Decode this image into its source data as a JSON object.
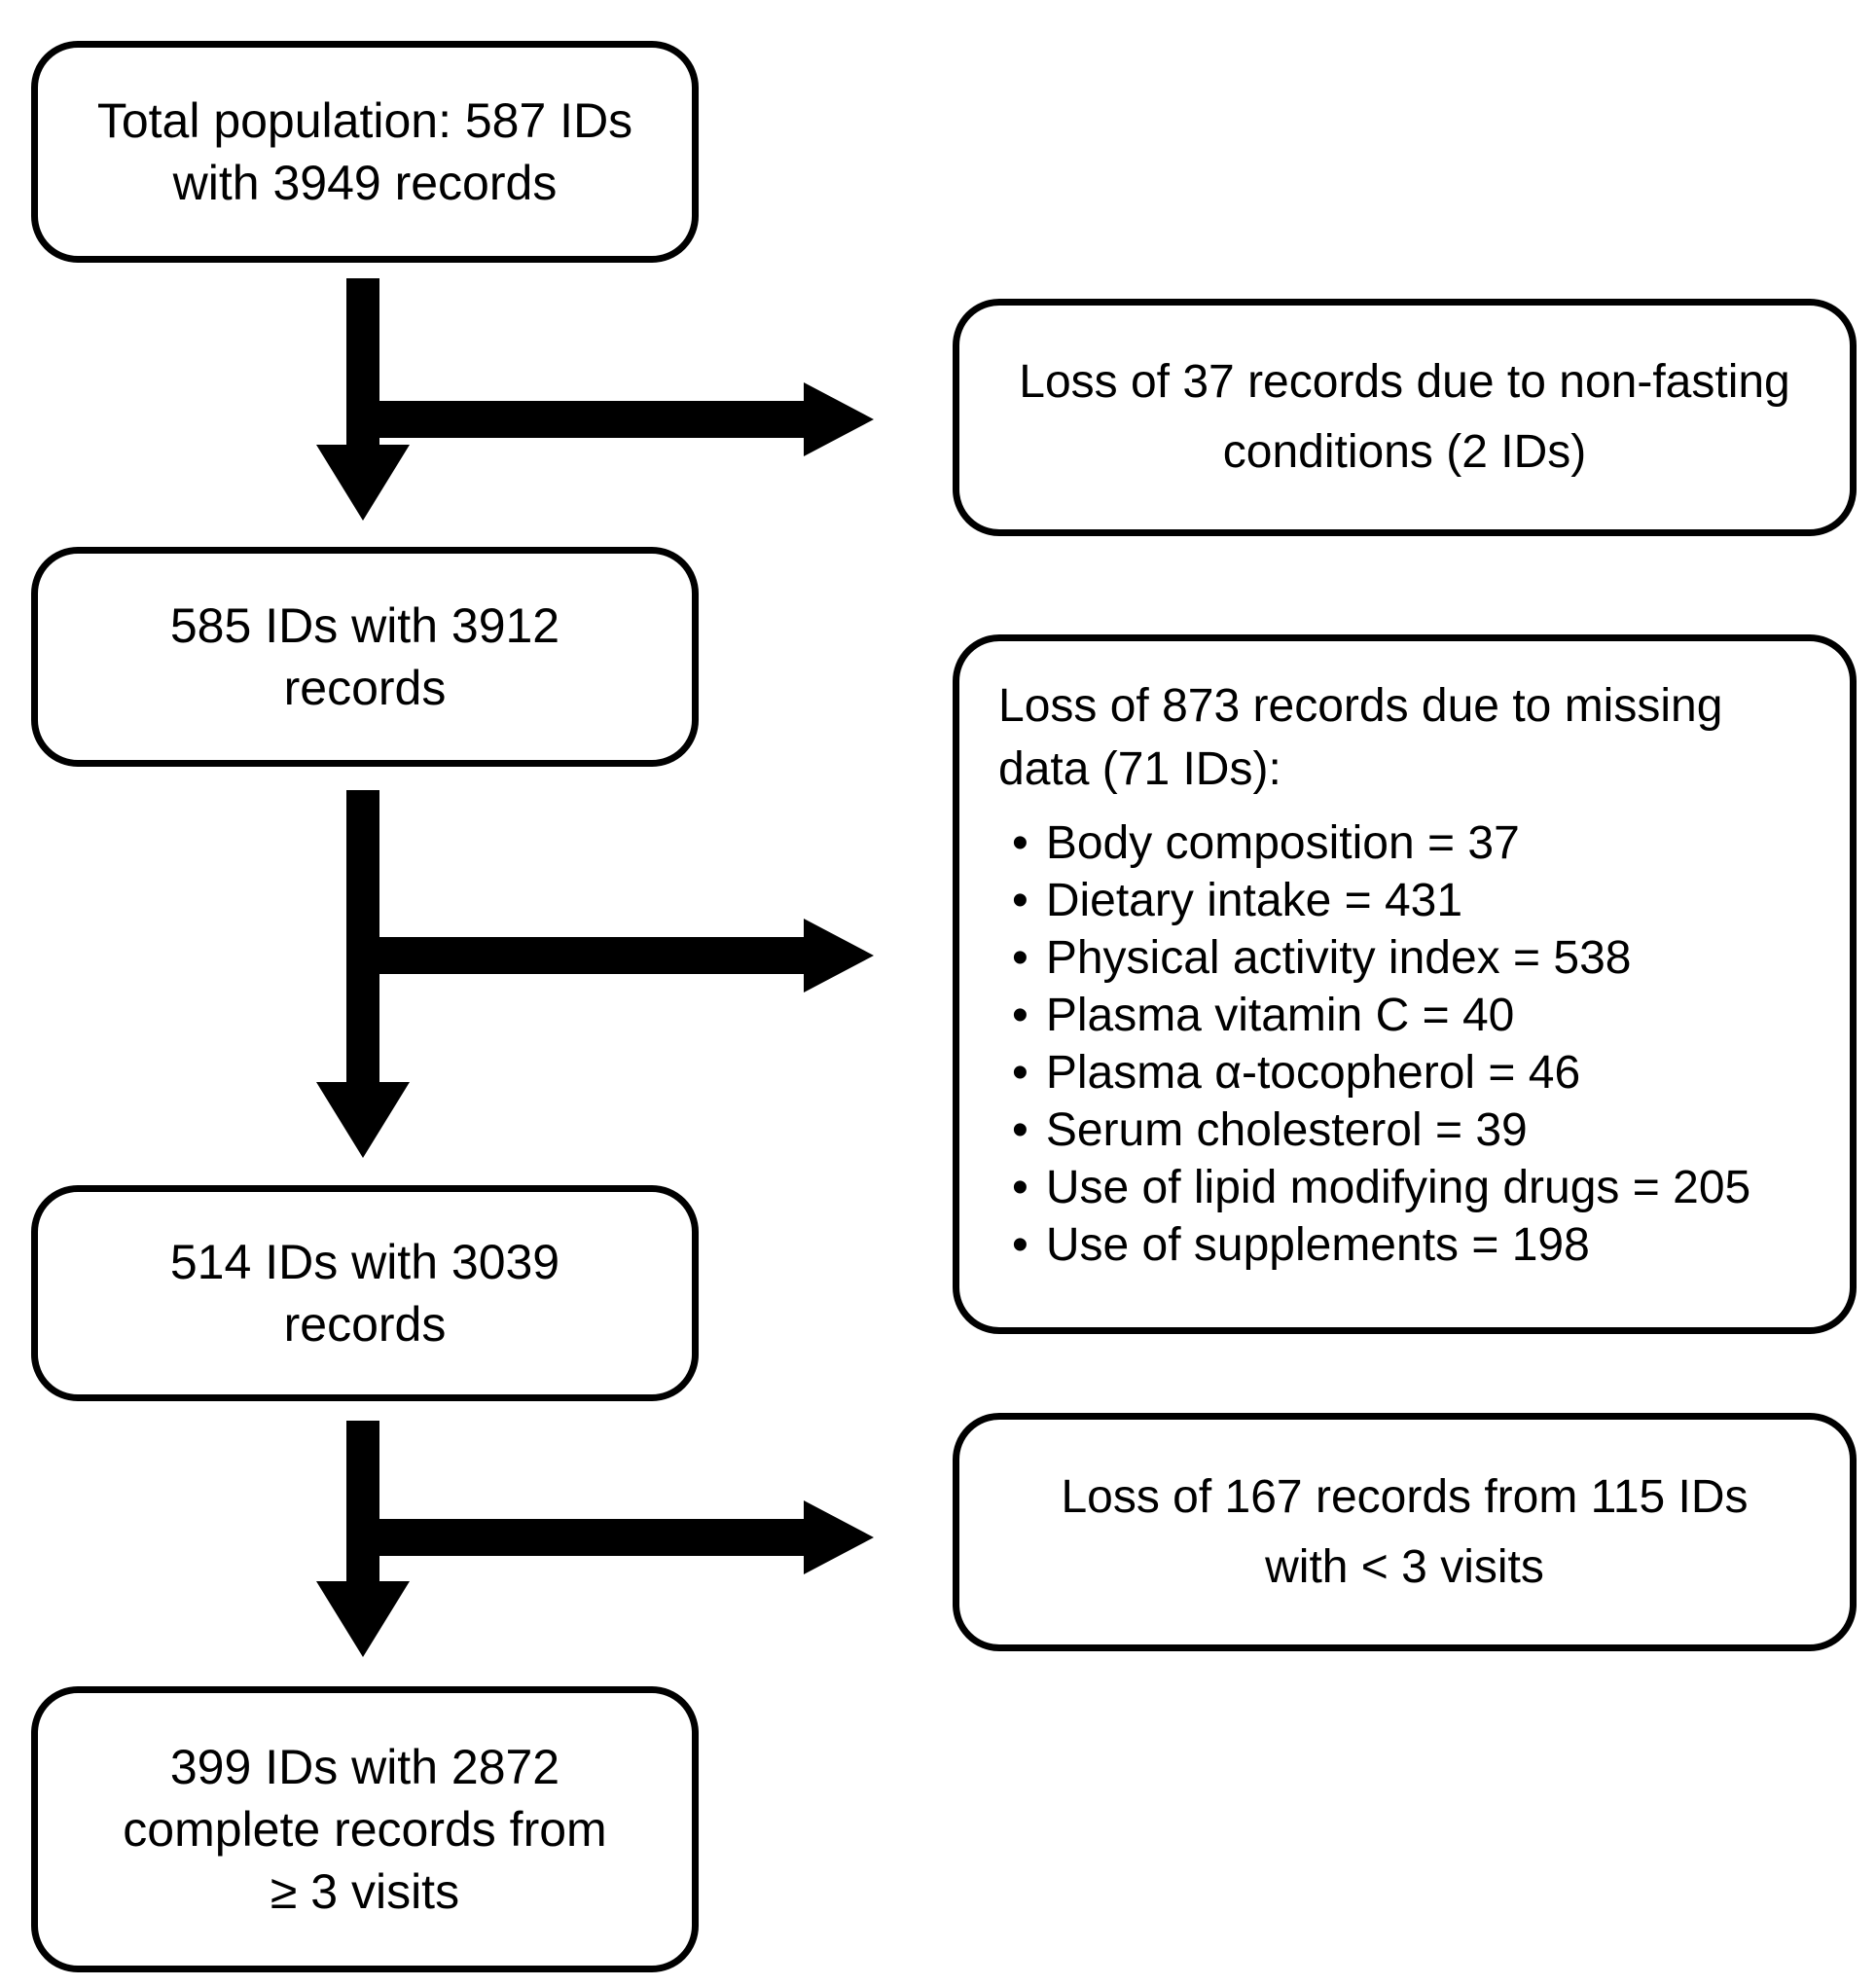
{
  "flowchart": {
    "colors": {
      "line": "#000000",
      "box_fill": "#ffffff",
      "background": "#ffffff"
    },
    "main_boxes": [
      {
        "lines": [
          "Total population: 587 IDs",
          "with 3949 records"
        ]
      },
      {
        "lines": [
          "585 IDs with 3912",
          "records"
        ]
      },
      {
        "lines": [
          "514 IDs with 3039",
          "records"
        ]
      },
      {
        "lines": [
          "399 IDs with 2872",
          "complete records from",
          "≥ 3 visits"
        ]
      }
    ],
    "side_boxes": [
      {
        "lines": [
          "Loss of 37 records due to non-fasting",
          "conditions (2 IDs)"
        ]
      },
      {
        "intro_lines": [
          "Loss of 873 records due to missing",
          "data (71 IDs):"
        ],
        "bullet_glyph": "•",
        "bullets": [
          "Body composition = 37",
          "Dietary intake = 431",
          "Physical activity index = 538",
          "Plasma vitamin C = 40",
          "Plasma α-tocopherol = 46",
          "Serum cholesterol = 39",
          "Use of lipid modifying drugs = 205",
          "Use of supplements = 198"
        ]
      },
      {
        "lines": [
          "Loss of 167 records from 115 IDs",
          "with < 3 visits"
        ]
      }
    ]
  }
}
